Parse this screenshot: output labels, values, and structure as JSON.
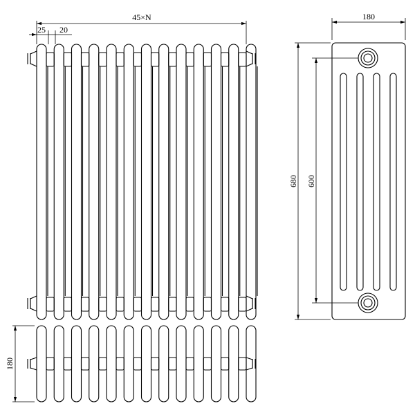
{
  "front_view": {
    "width_label": "45×N",
    "pitch_label": "25",
    "gap_label": "20",
    "column_count": 13
  },
  "side_view": {
    "depth_label": "180",
    "height_label": "680",
    "centers_label": "600",
    "tube_count": 4
  },
  "plan_view": {
    "depth_label": "180"
  }
}
